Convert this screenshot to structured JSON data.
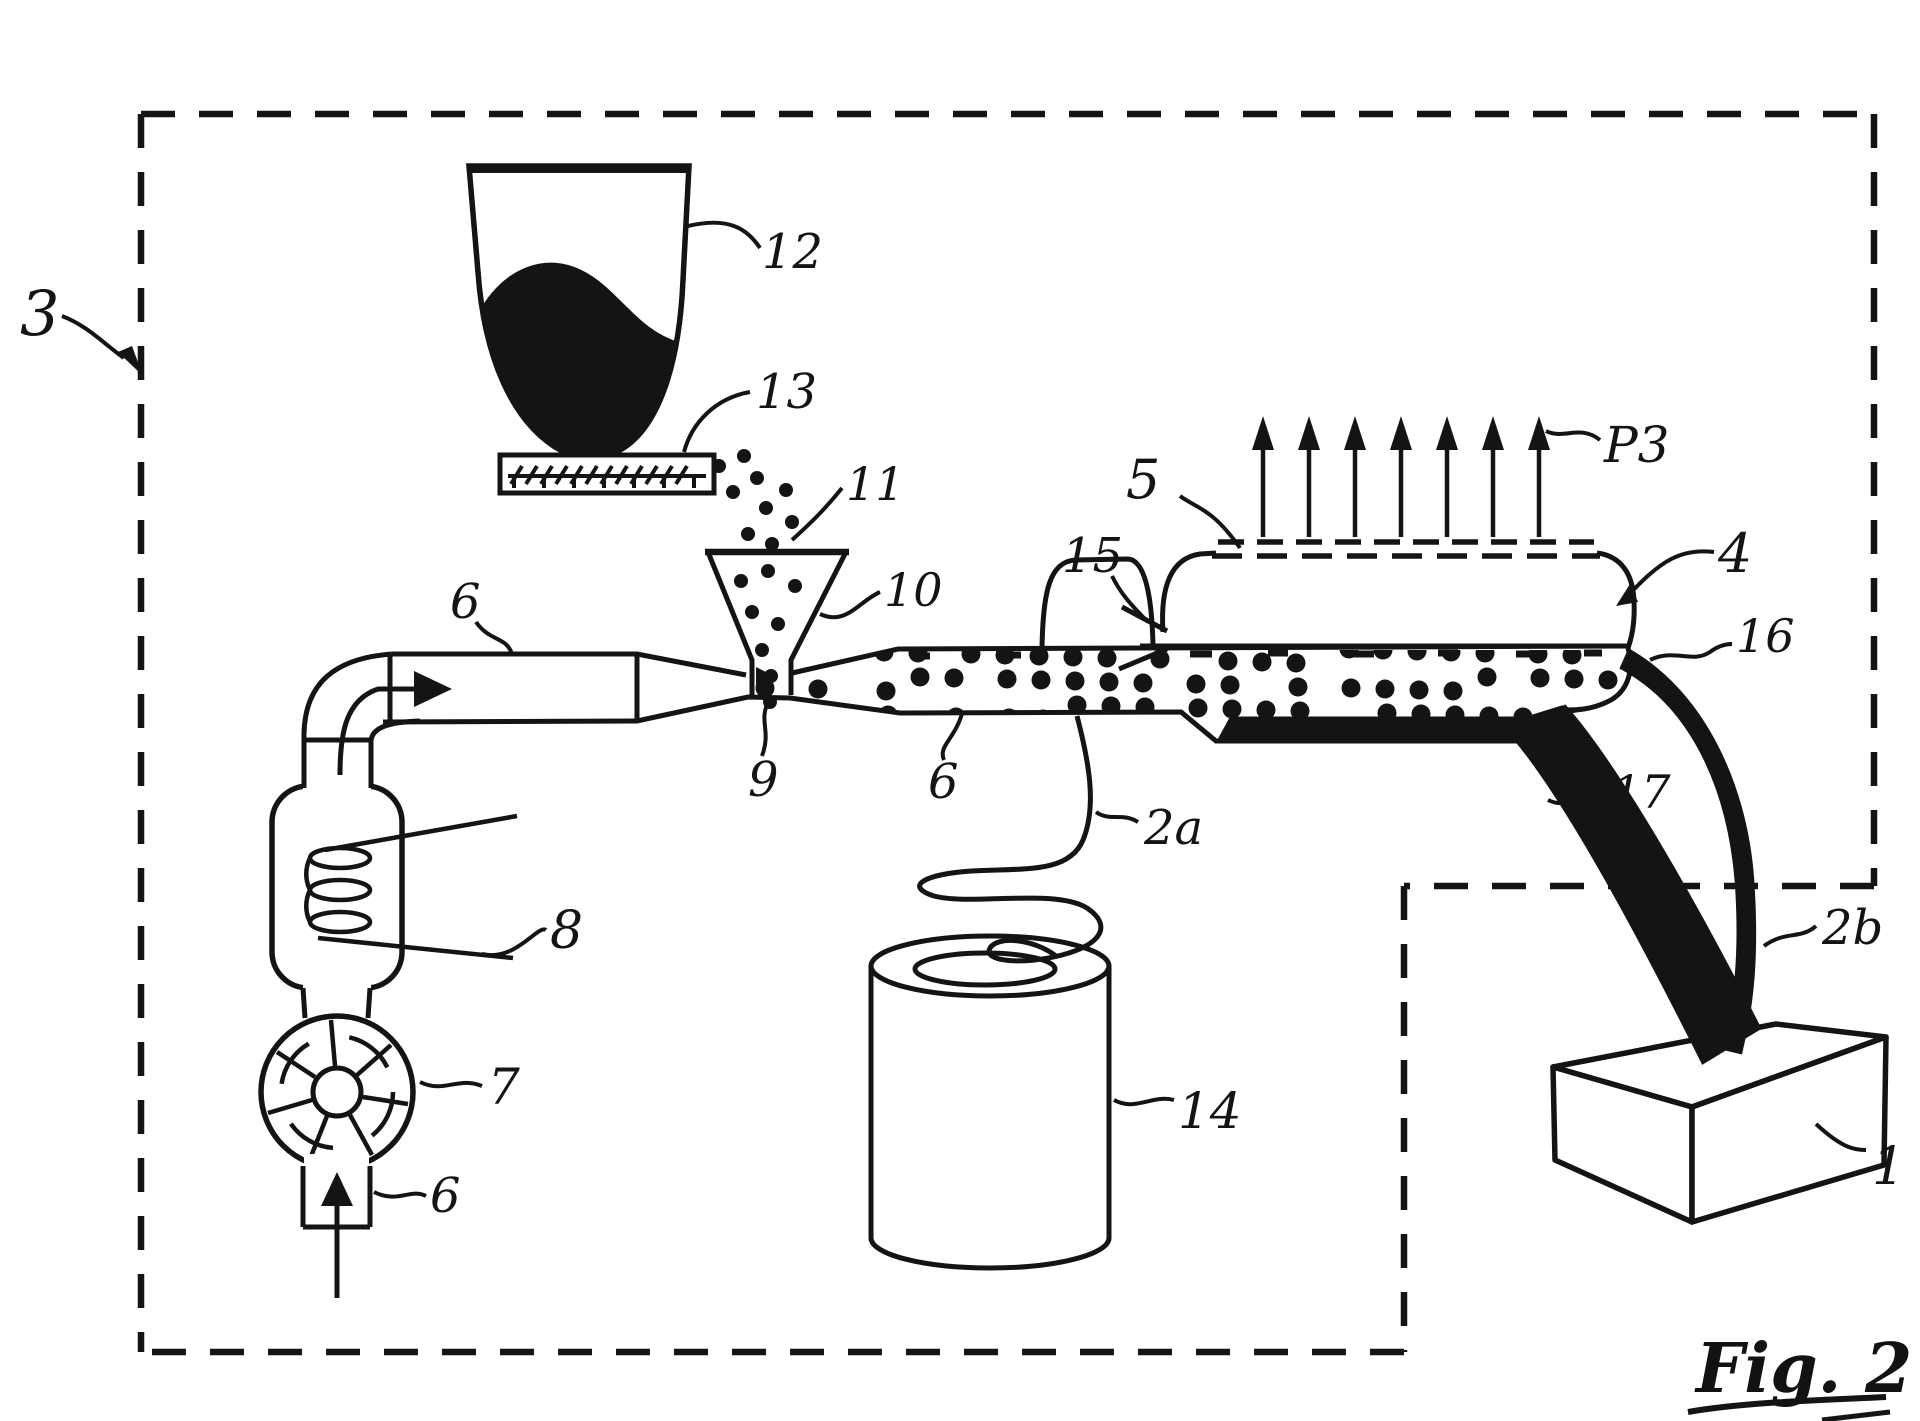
{
  "figure": {
    "caption": "Fig. 2",
    "type": "patent-schematic"
  },
  "reference_labels": {
    "system_boundary": "3",
    "hopper": "12",
    "sieve": "13",
    "particles": "11",
    "funnel": "10",
    "pipe_inlet": "6",
    "venturi_throat": "9",
    "pipe_carrier": "6",
    "separator_lid": "5",
    "separator_inlet": "15",
    "vapor_flow": "P3",
    "separator_chamber": "4",
    "outlet_port": "16",
    "supply_line_a": "2a",
    "heater_coil": "8",
    "fan": "7",
    "air_duct": "6",
    "wire_drum": "14",
    "discharge_chute": "17",
    "supply_line_b": "2b",
    "receiver_box": "1"
  },
  "ink_color": "#141414",
  "background_color": "#ffffff",
  "vapor_arrow_count": 7
}
